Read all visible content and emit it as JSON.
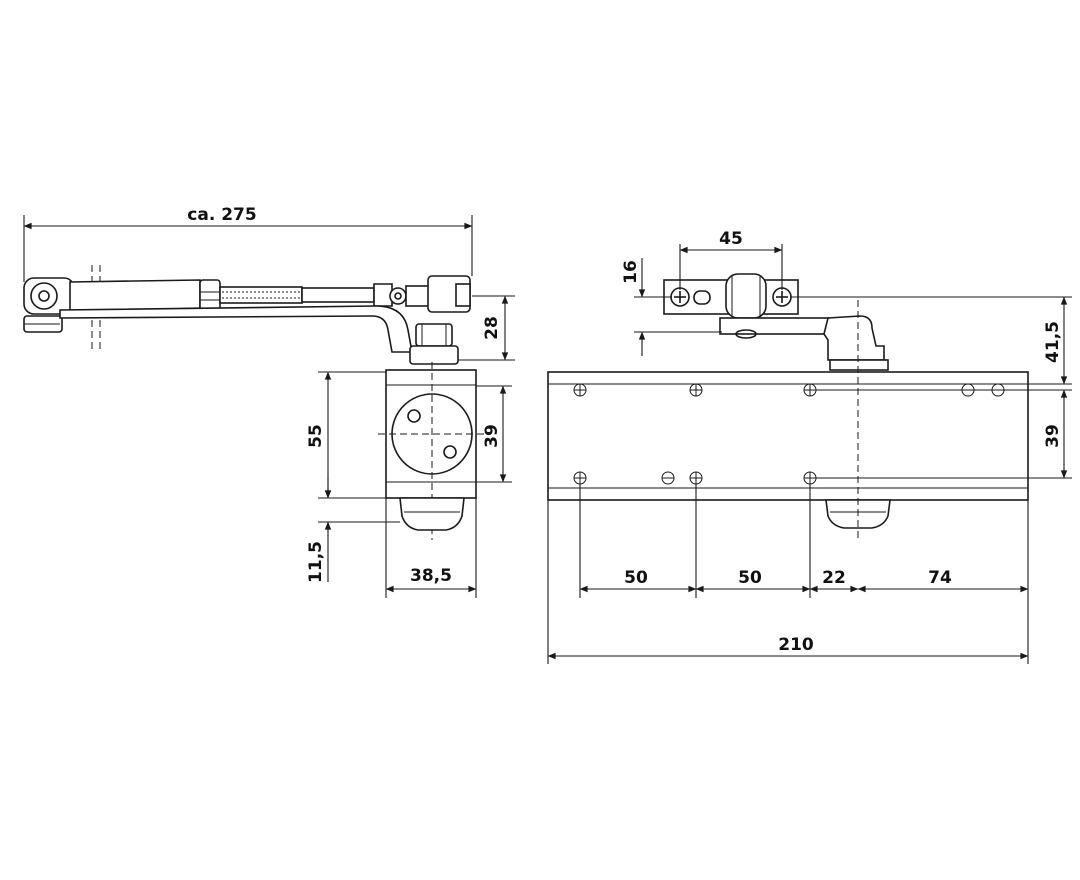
{
  "diagram": {
    "dimensions": {
      "overall_length": "ca. 275",
      "arm_height": "28",
      "body_height": "55",
      "body_inner_height": "39",
      "bottom_offset": "11,5",
      "body_width": "38,5",
      "bracket_hole_spacing": "45",
      "bracket_height": "16",
      "bracket_offset": "41,5",
      "front_hole_spacing": "39",
      "hole_gap_1": "50",
      "hole_gap_2": "50",
      "hole_gap_3": "22",
      "hole_gap_4": "74",
      "body_length": "210"
    }
  }
}
